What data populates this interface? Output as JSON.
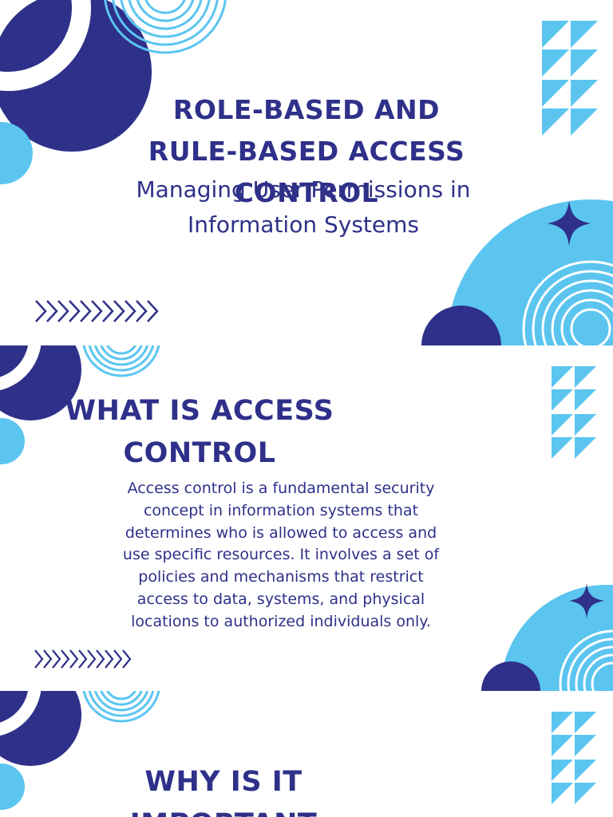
{
  "colors": {
    "navy": "#2e3089",
    "sky": "#5bc5f0",
    "background": "#ffffff"
  },
  "slides": [
    {
      "title": "ROLE-BASED AND RULE-BASED ACCESS CONTROL",
      "subtitle": "Managing User Permissions in Information Systems"
    },
    {
      "title": "WHAT IS ACCESS CONTROL",
      "body": "Access control is a fundamental security concept in information systems that determines who is allowed to access and use specific resources. It involves a set of policies and mechanisms that restrict access to data, systems, and physical locations to authorized individuals only."
    },
    {
      "title": "WHY IS IT IMPORTANT"
    }
  ],
  "decorations": {
    "circle": "circle-shape",
    "rings": "concentric-rings",
    "triangles": "triangle-pattern",
    "star": "four-point-star-icon",
    "chevrons": "chevron-row-icon"
  }
}
